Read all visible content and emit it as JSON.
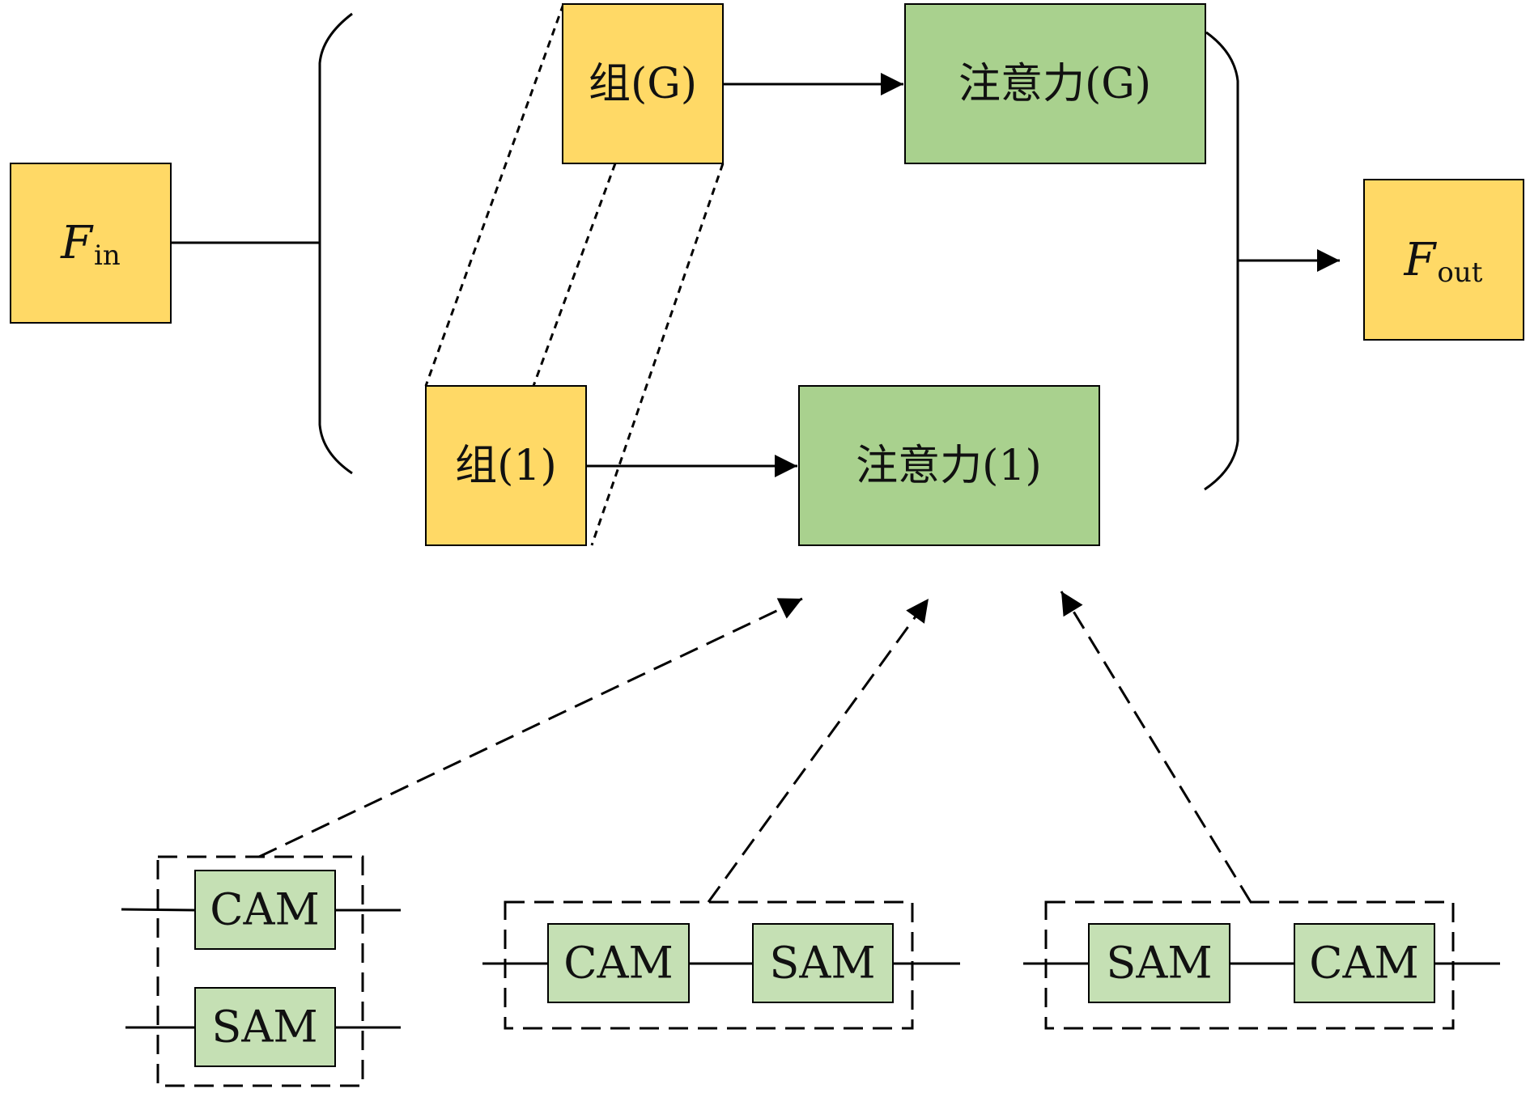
{
  "input": {
    "symbol": "F",
    "subscript": "in"
  },
  "output": {
    "symbol": "F",
    "subscript": "out"
  },
  "groups": [
    {
      "label": "组(G)",
      "attention": "注意力(G)"
    },
    {
      "label": "组(1)",
      "attention": "注意力(1)"
    }
  ],
  "variants": [
    {
      "arrangement": "parallel",
      "modules": [
        "CAM",
        "SAM"
      ]
    },
    {
      "arrangement": "sequential",
      "modules": [
        "CAM",
        "SAM"
      ]
    },
    {
      "arrangement": "sequential",
      "modules": [
        "SAM",
        "CAM"
      ]
    }
  ],
  "colors": {
    "group_fill": "#ffd966",
    "attention_fill": "#a9d18e",
    "module_fill": "#c5e0b4",
    "stroke": "#000000"
  }
}
